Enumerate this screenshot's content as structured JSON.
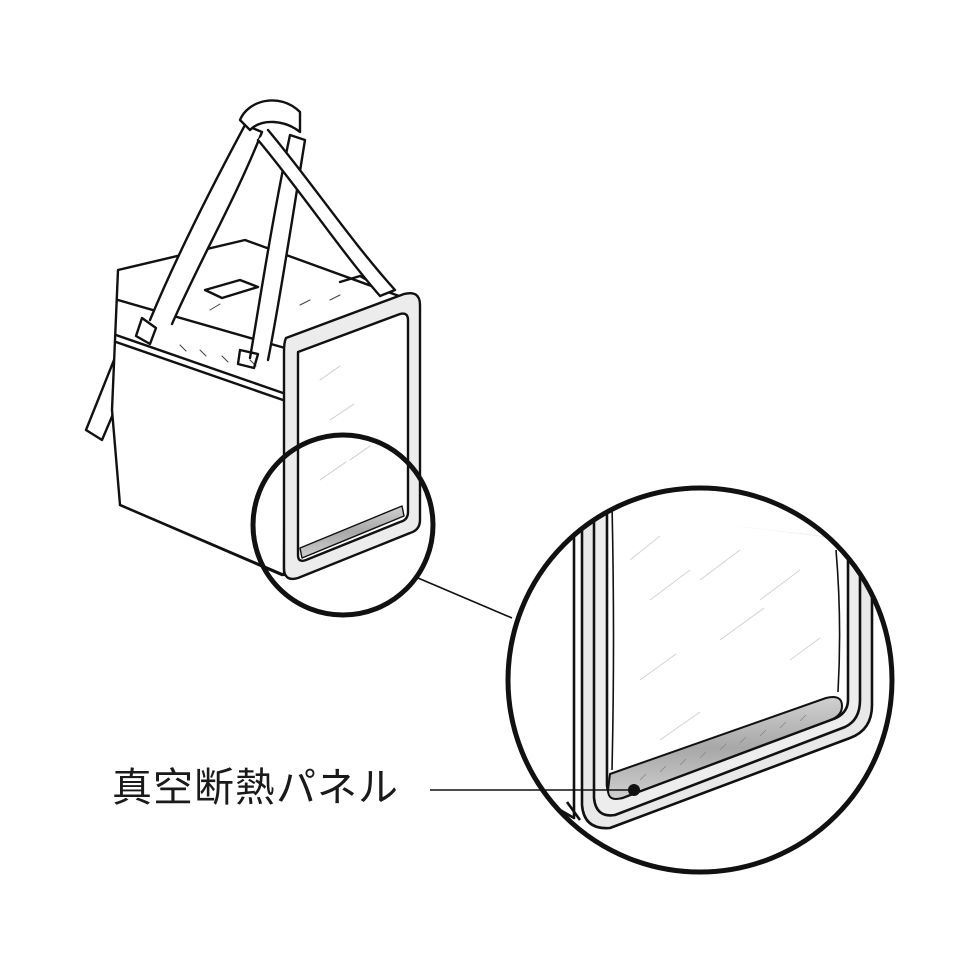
{
  "figure": {
    "subject": "insulated cooler bag with shoulder strap",
    "callout": {
      "label": "真空断熱パネル",
      "meaning": "vacuum insulation panel",
      "magnified_region": "bottom corner of side panel"
    },
    "colors": {
      "background": "#ffffff",
      "ink": "#111111",
      "panel_fill": "#e6e6e6",
      "panel_shade": "#b5b5b5"
    }
  }
}
